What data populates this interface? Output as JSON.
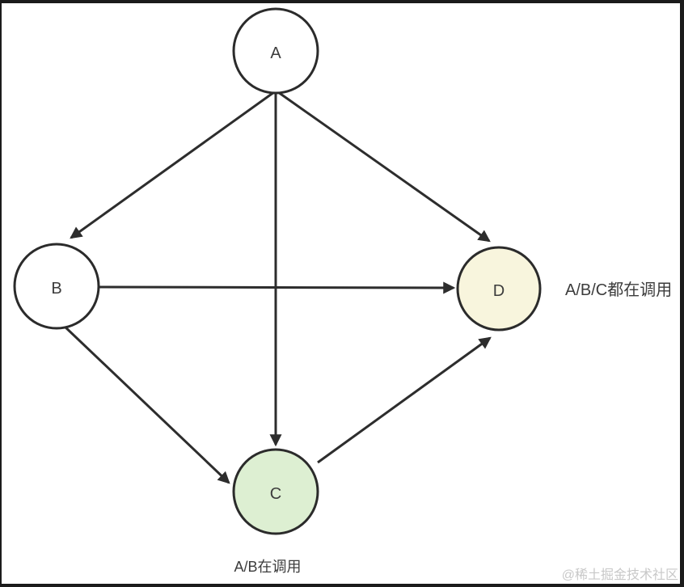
{
  "diagram": {
    "stroke_color": "#2d2d2d",
    "nodes": {
      "a": {
        "label": "A",
        "fill": "#ffffff"
      },
      "b": {
        "label": "B",
        "fill": "#ffffff"
      },
      "c": {
        "label": "C",
        "fill": "#ddefd2"
      },
      "d": {
        "label": "D",
        "fill": "#f8f5dd"
      }
    },
    "edges": [
      {
        "from": "A",
        "to": "B"
      },
      {
        "from": "A",
        "to": "C"
      },
      {
        "from": "A",
        "to": "D"
      },
      {
        "from": "B",
        "to": "D"
      },
      {
        "from": "B",
        "to": "C"
      },
      {
        "from": "C",
        "to": "D"
      }
    ],
    "annotations": {
      "d_note": "A/B/C都在调用",
      "c_note": "A/B在调用"
    }
  },
  "watermark": "@稀土掘金技术社区"
}
